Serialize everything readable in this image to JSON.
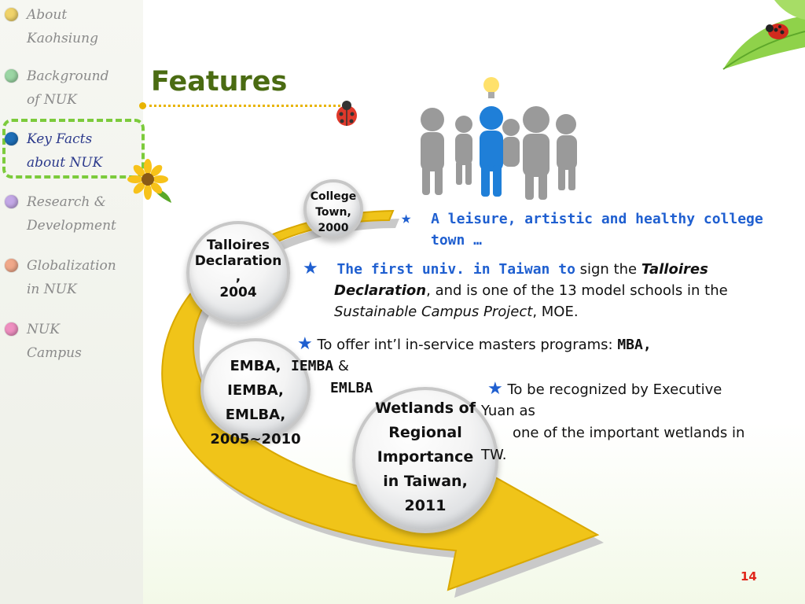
{
  "sidebar": {
    "items": [
      {
        "label": "About\nKaohsiung",
        "color": "#f0d36a"
      },
      {
        "label": "Background\nof NUK",
        "color": "#9bd6a4"
      },
      {
        "label": "Key Facts\nabout NUK",
        "color": "#1e6fb8",
        "active": true
      },
      {
        "label": "Research &\nDevelopment",
        "color": "#c3a8e6"
      },
      {
        "label": "Globalization\nin NUK",
        "color": "#f0a88a"
      },
      {
        "label": "NUK\nCampus",
        "color": "#ee8fc0"
      }
    ]
  },
  "title": "Features",
  "milestones": {
    "college_town": "College\nTown,\n2000",
    "talloires": "Talloires\nDeclaration\n,\n2004",
    "emba": "EMBA,\nIEMBA,\nEMLBA,\n2005~2010",
    "wetlands": "Wetlands of\nRegional\nImportance\nin Taiwan,\n2011"
  },
  "bullets": {
    "b1": {
      "star": "★",
      "text": "A leisure, artistic and healthy college",
      "text2": "town …"
    },
    "b2": {
      "star": "★",
      "lead": "The first univ. in Taiwan to",
      "t1": " sign the ",
      "bold": "Talloires",
      "line2_bold": "Declaration",
      "line2": ", and is one of the 13 model schools in the",
      "line3_italic": "Sustainable Campus Project",
      "line3": ", MOE."
    },
    "b3": {
      "star": "★",
      "t1": "To offer int’l in-service masters programs: ",
      "bold1": "MBA,",
      "bold2": "IEMBA",
      "t2": " &",
      "bold3": "EMLBA"
    },
    "b4": {
      "star": "★",
      "t1": "To be recognized by Executive",
      "t2": "Yuan as",
      "t3": "one of the important wetlands in",
      "t4": "TW."
    }
  },
  "page_number": "14",
  "colors": {
    "accent": "#1f5fd0",
    "title": "#4a6b12",
    "arrow": "#e8b400"
  }
}
